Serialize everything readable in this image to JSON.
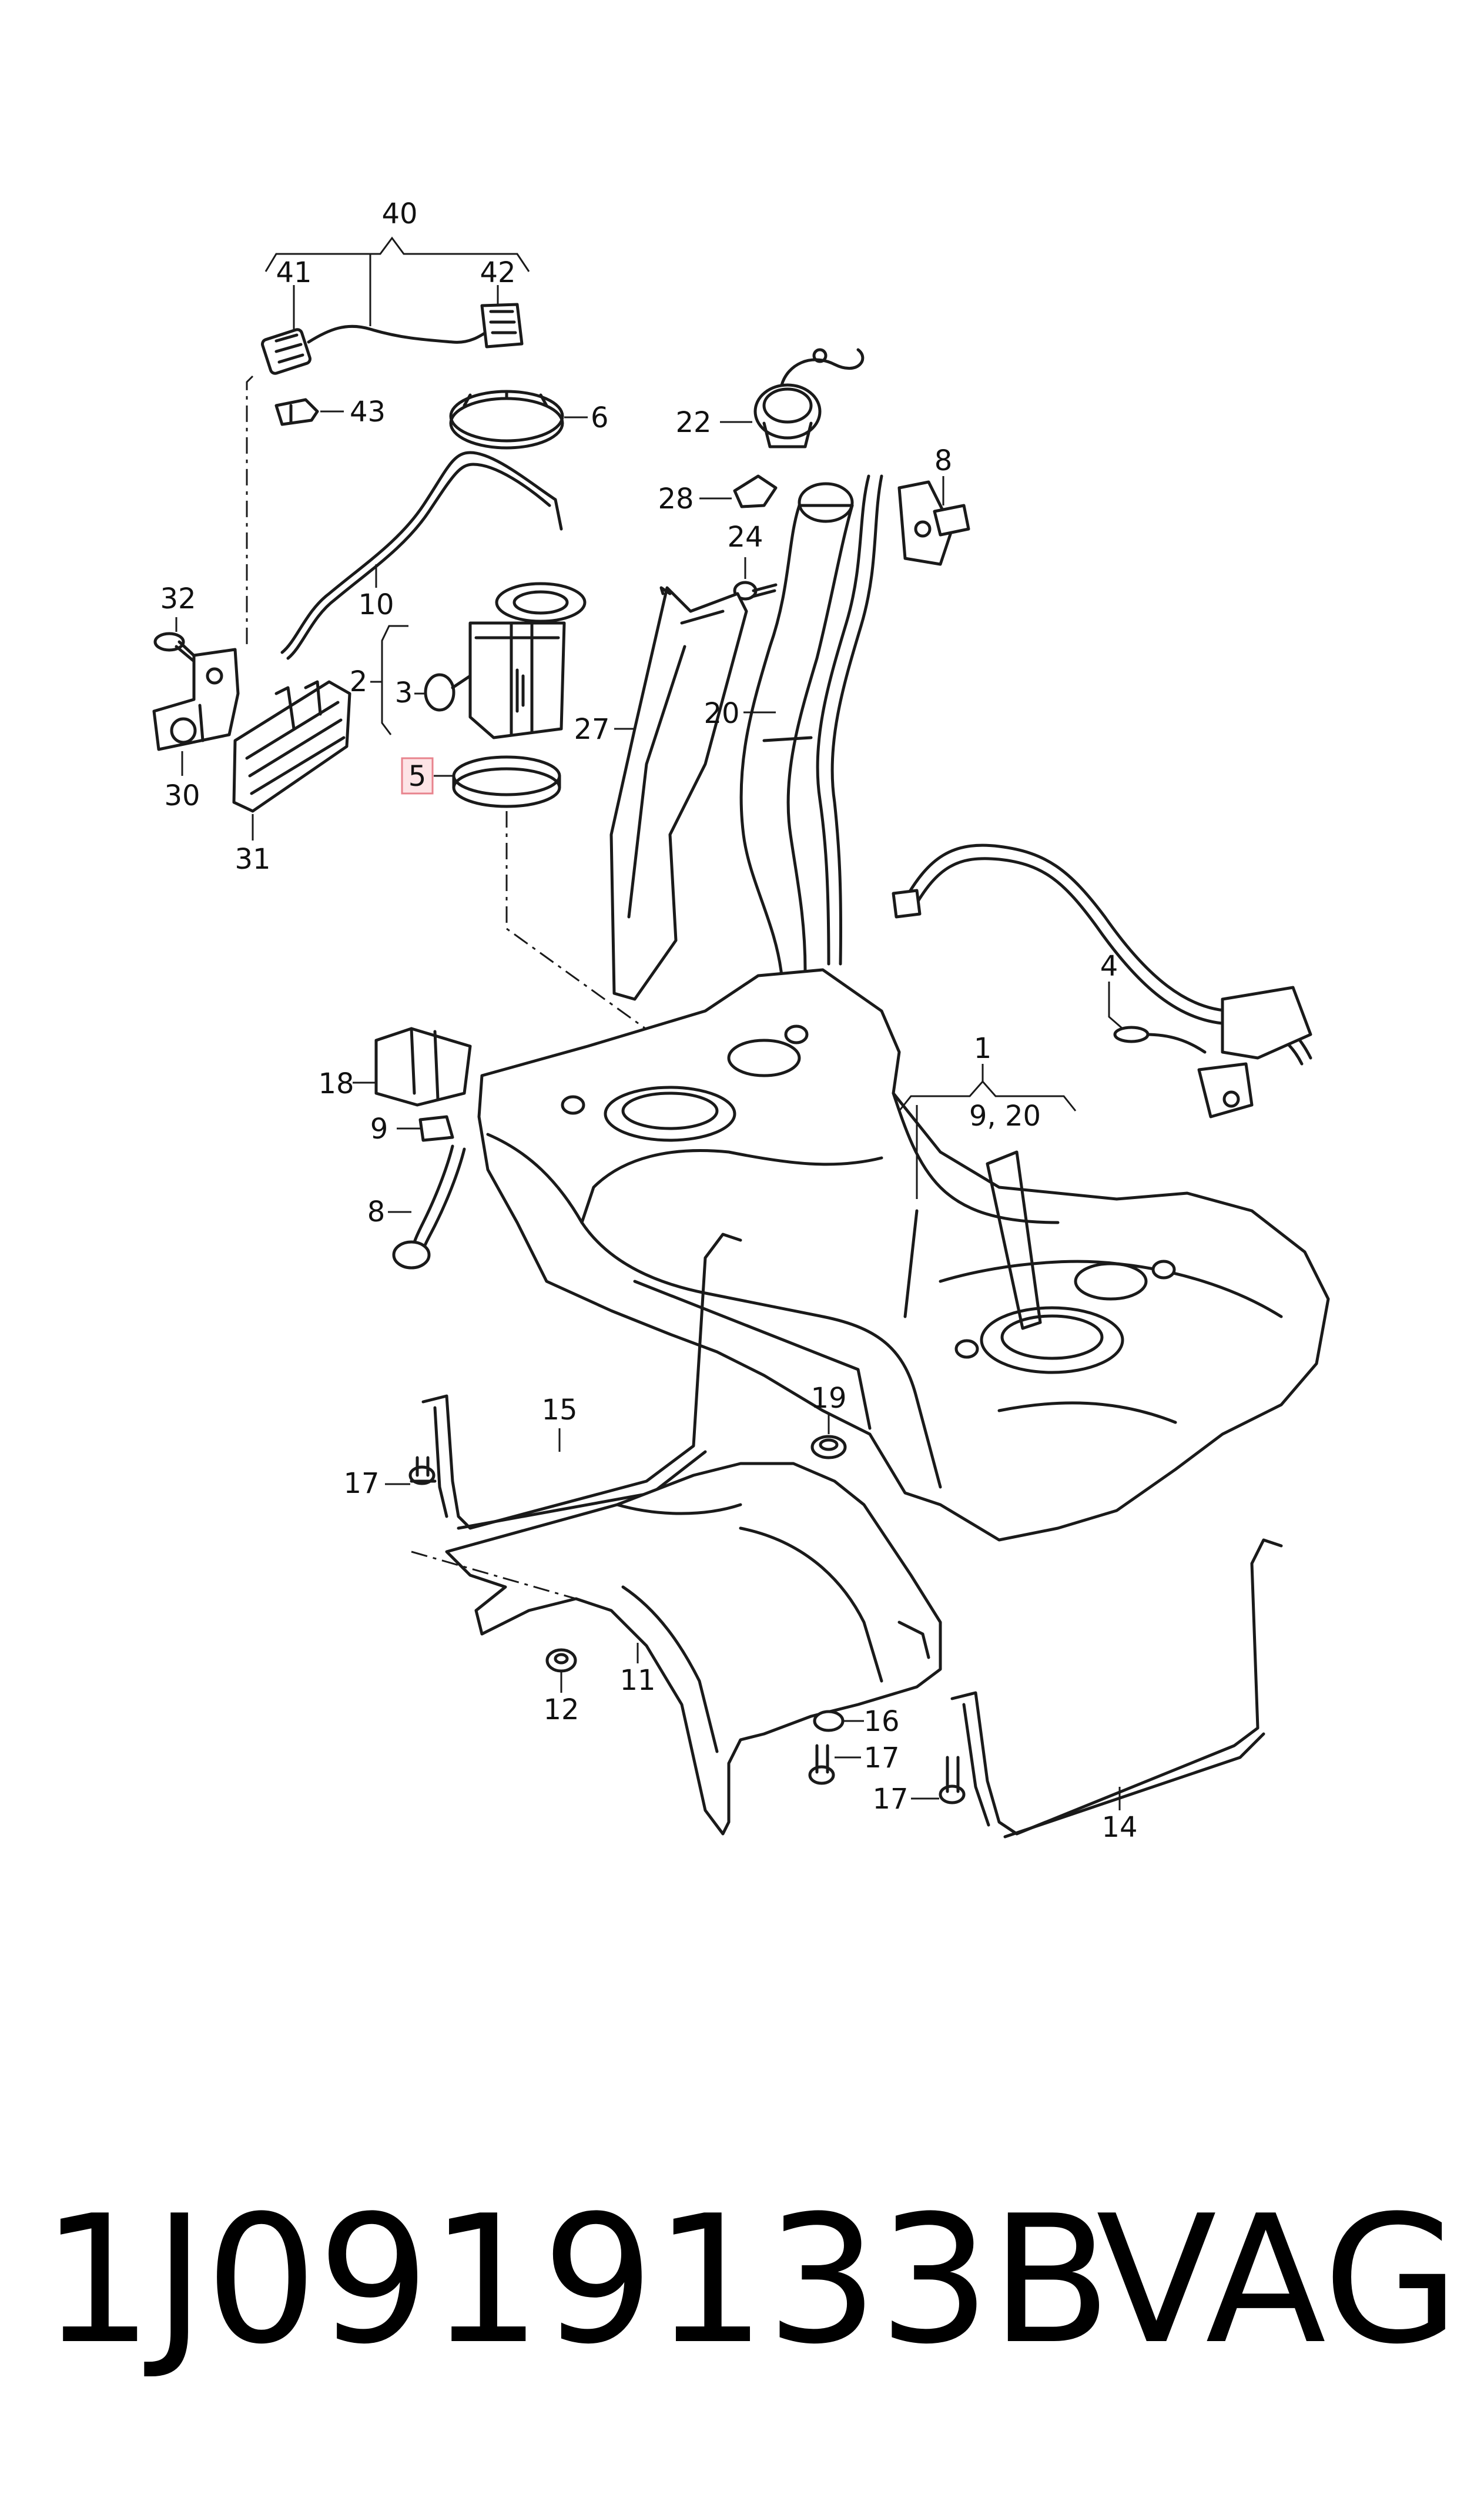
{
  "callouts": {
    "c1": "1",
    "c2": "2",
    "c3": "3",
    "c4": "4",
    "c5": "5",
    "c6": "6",
    "c8a": "8",
    "c8b": "8",
    "c9": "9",
    "c9_20": "9, 20",
    "c10": "10",
    "c11": "11",
    "c12": "12",
    "c14": "14",
    "c15": "15",
    "c16": "16",
    "c17a": "17",
    "c17b": "17",
    "c17c": "17",
    "c18": "18",
    "c19": "19",
    "c20": "20",
    "c22": "22",
    "c24": "24",
    "c27": "27",
    "c28": "28",
    "c30": "30",
    "c31": "31",
    "c32": "32",
    "c40": "40",
    "c41": "41",
    "c42": "42",
    "c43": "43"
  },
  "highlighted_callout": "5",
  "caption": {
    "part_number": "1J0919133B",
    "brand": "VAG"
  },
  "colors": {
    "line": "#1a1a1a",
    "text": "#111111",
    "highlight_fill": "#fde4e6",
    "highlight_stroke": "#e8838d",
    "background": "#ffffff"
  }
}
